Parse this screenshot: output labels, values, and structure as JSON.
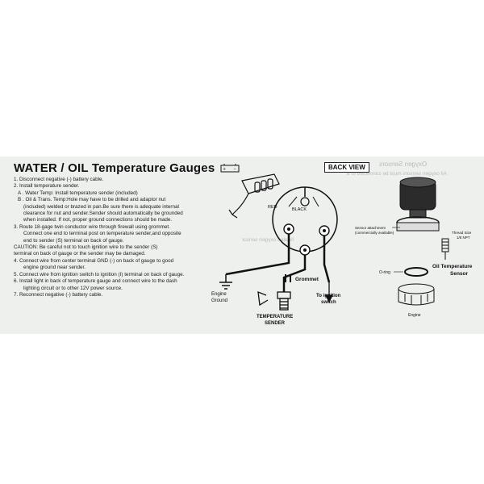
{
  "header": {
    "title": "WATER / OIL Temperature Gauges",
    "back_view": "BACK VIEW"
  },
  "steps": [
    "1. Disconnect negative (-) battery cable.",
    "2. Install temperature sender.",
    "A . Water Temp: Install temperature sender (included)",
    "B . Oil & Trans. Temp:Hole may have to be drilled and adaptor nut",
    "(included) welded or brazed in pan.Be sure there is adequate internal",
    "clearance for nut and sender.Sender should automatically be grounded",
    "when installed. If not, proper ground connections should be made.",
    "3. Route 18-gage twin conductor wire through firewall using grommet.",
    "Connect one end to terminal post on temperature sender,and opposite",
    "end to sender (S) terminal on back of gauge.",
    "CAUTION: Be careful not to touch ignition wire to the sender (S)",
    "terminal on back of gauge or the sender may be damaged.",
    "4. Connect wire from center terminal GND (-) on back of gauge to good",
    "engine ground near sender.",
    "5. Connect wire from ignition switch to ignition (I) terminal on back of gauge.",
    "6. Install light in back of temperature gauge and connect wire to the dash",
    "lighting circuit or to other 12V power source.",
    "7. Reconnect negative (-) battery cable."
  ],
  "diagram": {
    "red": "RED",
    "black": "BLACK",
    "engine_ground": "Engine\nGround",
    "grommet": "Grommet",
    "to_ignition": "To ignition\nswitch",
    "temp_sender": "TEMPERATURE\nSENDER"
  },
  "oil_diagram": {
    "sensor_attachment": "Sensor attachment\n(commercially available)",
    "thread_size": "Thread Size\n1/8 NPT",
    "oil_temp_sensor": "Oil Temperature\nSensor",
    "oring": "O-ring",
    "engine": "Engine"
  },
  "bleed_through": {
    "oxygen": "Oxygen Sensors",
    "line1": "All oxygen sensors must be connected to a",
    "line2": "heated oxygen sensor"
  }
}
